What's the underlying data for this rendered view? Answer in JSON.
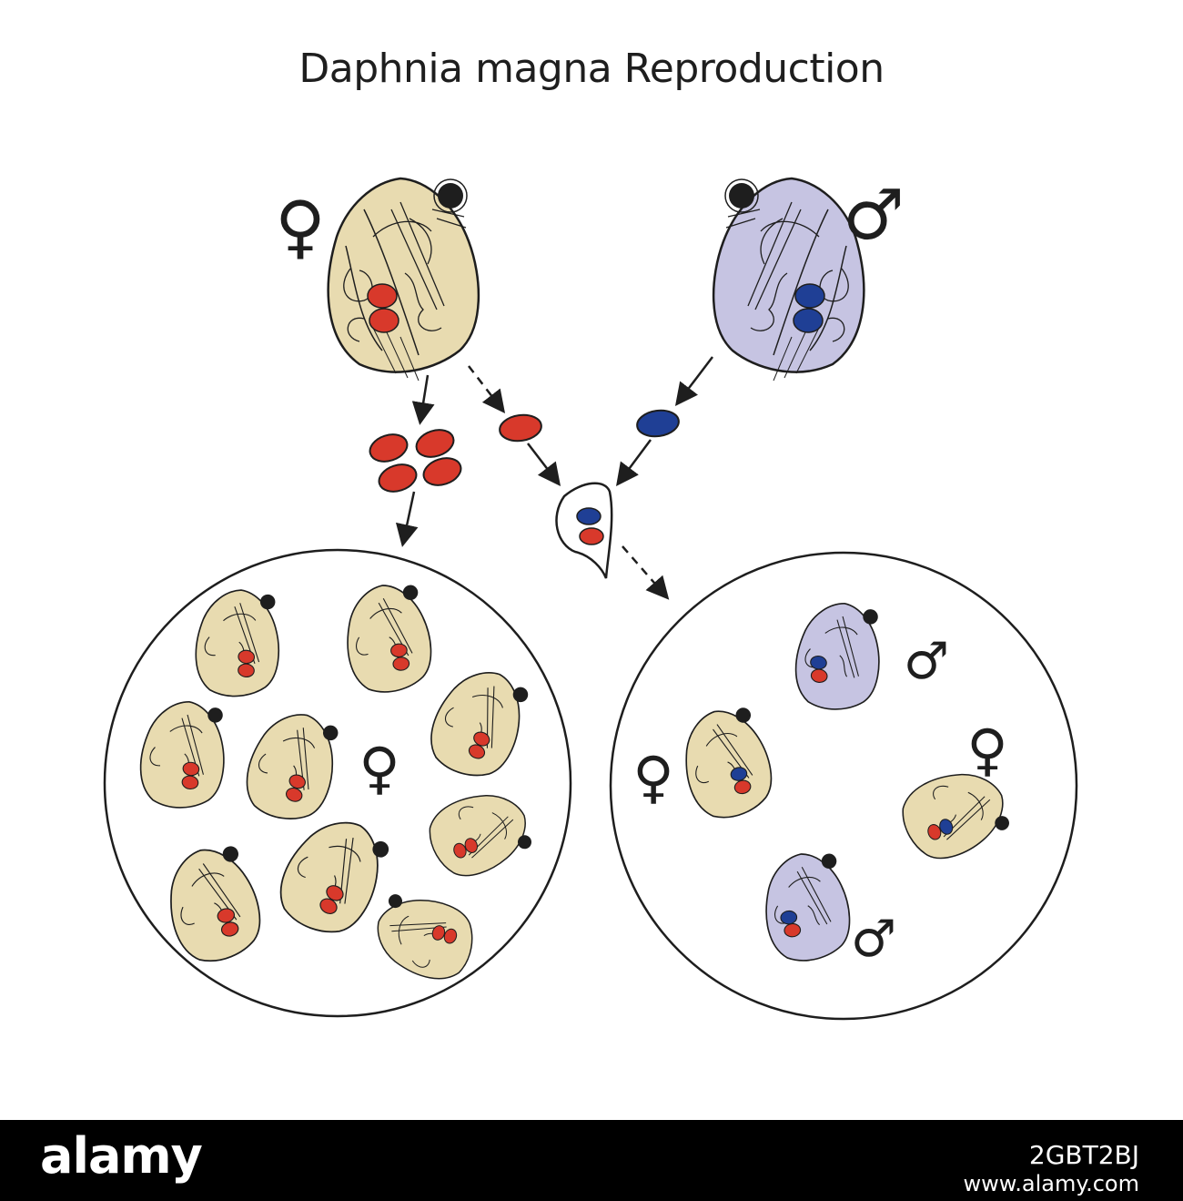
{
  "title": "Daphnia magna Reproduction",
  "symbols": {
    "female": "♀",
    "male": "♂"
  },
  "colors": {
    "female_body": "#e8dbb0",
    "male_body": "#c6c4e2",
    "female_egg": "#d8392b",
    "male_egg": "#1f3f95",
    "outline": "#1e1e1e"
  },
  "watermark": {
    "logo": "alamy",
    "image_id": "2GBT2BJ",
    "url": "www.alamy.com"
  }
}
